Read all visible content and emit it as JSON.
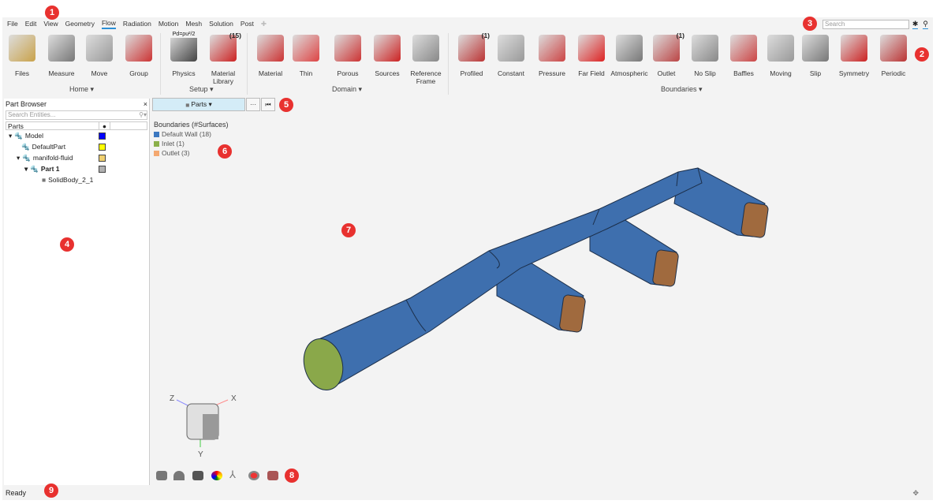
{
  "menu": [
    "File",
    "Edit",
    "View",
    "Geometry",
    "Flow",
    "Radiation",
    "Motion",
    "Mesh",
    "Solution",
    "Post"
  ],
  "active_menu": "Flow",
  "search": {
    "placeholder": "Search"
  },
  "ribbon": {
    "tools": [
      {
        "label": "Files",
        "group": "Home"
      },
      {
        "label": "Measure",
        "group": "Home"
      },
      {
        "label": "Move",
        "group": "Home"
      },
      {
        "label": "Group",
        "group": "Home"
      },
      {
        "label": "Physics",
        "group": "Setup",
        "formula": "Pd=ρu²/2"
      },
      {
        "label": "Material Library",
        "group": "Setup",
        "badge": "(15)"
      },
      {
        "label": "Material",
        "group": "Domain"
      },
      {
        "label": "Thin",
        "group": "Domain"
      },
      {
        "label": "Porous",
        "group": "Domain"
      },
      {
        "label": "Sources",
        "group": "Domain"
      },
      {
        "label": "Reference Frame",
        "group": "Domain"
      },
      {
        "label": "Profiled",
        "group": "Boundaries",
        "badge": "(1)"
      },
      {
        "label": "Constant",
        "group": "Boundaries"
      },
      {
        "label": "Pressure",
        "group": "Boundaries"
      },
      {
        "label": "Far Field",
        "group": "Boundaries"
      },
      {
        "label": "Atmospheric",
        "group": "Boundaries"
      },
      {
        "label": "Outlet",
        "group": "Boundaries",
        "badge": "(1)"
      },
      {
        "label": "No Slip",
        "group": "Boundaries"
      },
      {
        "label": "Baffles",
        "group": "Boundaries"
      },
      {
        "label": "Moving",
        "group": "Boundaries"
      },
      {
        "label": "Slip",
        "group": "Boundaries"
      },
      {
        "label": "Symmetry",
        "group": "Boundaries"
      },
      {
        "label": "Periodic",
        "group": "Boundaries"
      }
    ],
    "groups": [
      "Home ▾",
      "Setup ▾",
      "Domain ▾",
      "Boundaries ▾"
    ]
  },
  "part_browser": {
    "title": "Part Browser",
    "close": "×",
    "search_placeholder": "Search Entities...",
    "column": "Parts",
    "items": [
      {
        "label": "Model",
        "color": "#0000ff"
      },
      {
        "label": "DefaultPart",
        "color": "#ffff00"
      },
      {
        "label": "manifold-fluid",
        "color": "#f0d070"
      },
      {
        "label": "Part 1",
        "color": "#b0b0b0"
      },
      {
        "label": "SolidBody_2_1"
      }
    ]
  },
  "view_bar": {
    "mode": "Parts ▾",
    "more": "···",
    "collapse": "⏮"
  },
  "legend": {
    "title": "Boundaries (#Surfaces)",
    "items": [
      {
        "label": "Default Wall (18)",
        "color": "#3c78c0"
      },
      {
        "label": "Inlet (1)",
        "color": "#8ab04a"
      },
      {
        "label": "Outlet (3)",
        "color": "#f4a870"
      }
    ]
  },
  "axes": {
    "x": "X",
    "y": "Y",
    "z": "Z"
  },
  "status": "Ready",
  "annotations": [
    "1",
    "2",
    "3",
    "4",
    "5",
    "6",
    "7",
    "8",
    "9"
  ],
  "colors": {
    "wall": "#3e6fae",
    "inlet": "#8aa84a",
    "outlet": "#a06a3e",
    "accent": "#2b8fd6",
    "annotation": "#e8312f"
  }
}
